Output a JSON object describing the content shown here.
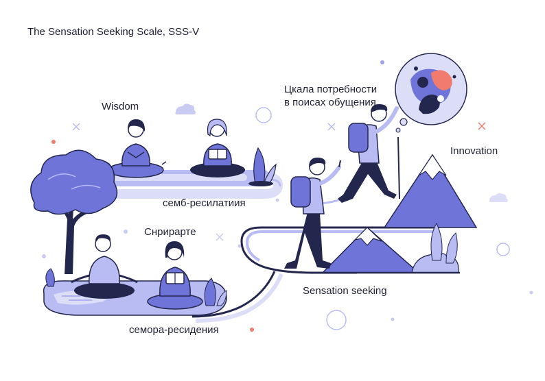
{
  "title": "The Sensation Seeking Scale, SSS-V",
  "labels": {
    "wisdom": "Wisdom",
    "ru_need_line1": "Цкала потребности",
    "ru_need_line2": "в поисах обущения",
    "innovation": "Innovation",
    "resilience_top": "семб-ресилатиия",
    "spirit": "Снрирарте",
    "sensation_seeking": "Sensation seeking",
    "resilience_bottom": "семора-реcидения"
  },
  "colors": {
    "primary": "#6f74d8",
    "light": "#b9bcf2",
    "pale": "#dcdef8",
    "dark": "#23264d",
    "accent": "#f07b6e",
    "skin": "#ffffff"
  }
}
